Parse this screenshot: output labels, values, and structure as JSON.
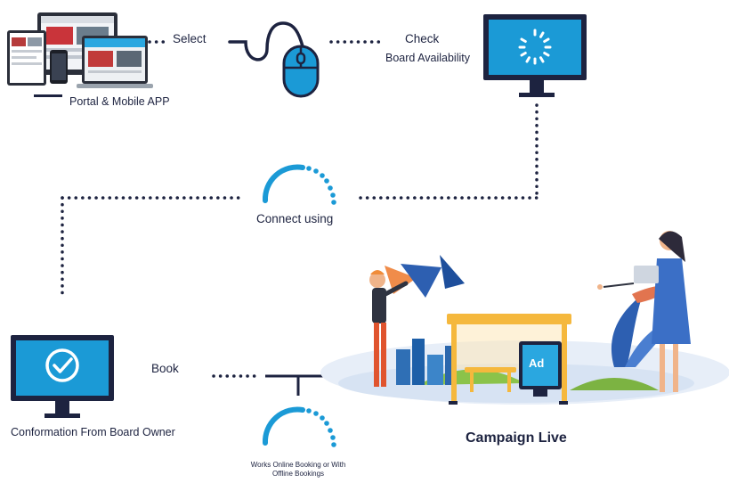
{
  "labels": {
    "select": "Select",
    "check": "Check",
    "board_availability": "Board Availability",
    "portal_mobile_app": "Portal & Mobile APP",
    "connect_using": "Connect using",
    "book": "Book",
    "confirmation": "Conformation From Board Owner",
    "campaign_live": "Campaign Live",
    "works_line1": "Works Online Booking or With",
    "works_line2": "Offline Bookings",
    "ad_badge": "Ad"
  },
  "colors": {
    "navy": "#1d2340",
    "blue": "#1b9ad6",
    "light_blue": "#2aa7e0",
    "dot": "#1d2340"
  }
}
